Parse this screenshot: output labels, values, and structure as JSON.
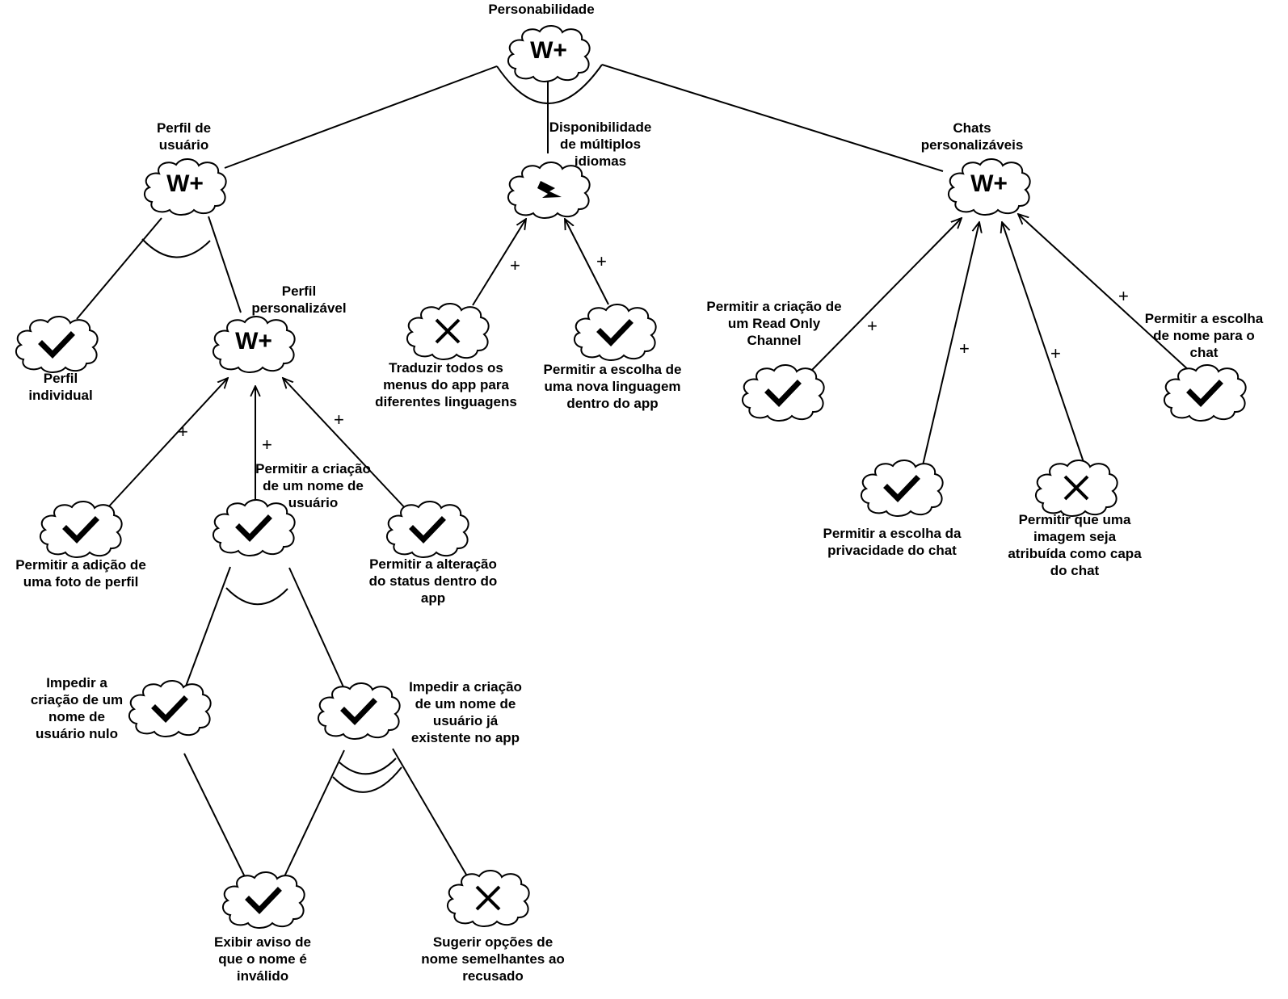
{
  "nodes": {
    "root": {
      "label": "Personabilidade",
      "icon": "w-plus",
      "symbol": "W+"
    },
    "perfil_usuario": {
      "label": "Perfil de\nusuário",
      "icon": "w-plus",
      "symbol": "W+"
    },
    "idiomas": {
      "label": "Disponibilidade\nde múltiplos\nidiomas",
      "icon": "lightning-icon"
    },
    "chats": {
      "label": "Chats\npersonalizáveis",
      "icon": "w-plus",
      "symbol": "W+"
    },
    "perfil_individual": {
      "label": "Perfil\nindividual",
      "icon": "check-icon"
    },
    "perfil_personalizavel": {
      "label": "Perfil\npersonalizável",
      "icon": "w-plus",
      "symbol": "W+"
    },
    "traduzir": {
      "label": "Traduzir todos os\nmenus do app para\ndiferentes linguagens",
      "icon": "cross-icon"
    },
    "escolha_linguagem": {
      "label": "Permitir a escolha de\numa nova linguagem\ndentro do app",
      "icon": "check-icon"
    },
    "read_only": {
      "label": "Permitir a criação de\num Read Only\nChannel",
      "icon": "check-icon"
    },
    "privacidade": {
      "label": "Permitir a escolha da\nprivacidade do chat",
      "icon": "check-icon"
    },
    "capa": {
      "label": "Permitir que uma\nimagem seja\natribuída como capa\ndo chat",
      "icon": "cross-icon"
    },
    "nome_chat": {
      "label": "Permitir a escolha\nde nome para o\nchat",
      "icon": "check-icon"
    },
    "foto": {
      "label": "Permitir a adição de\numa foto de perfil",
      "icon": "check-icon"
    },
    "nome_usuario": {
      "label": "Permitir a criação\nde um nome de\nusuário",
      "icon": "check-icon"
    },
    "status": {
      "label": "Permitir a alteração\ndo status dentro do\napp",
      "icon": "check-icon"
    },
    "nulo": {
      "label": "Impedir a\ncriação de um\nnome de\nusuário nulo",
      "icon": "check-icon"
    },
    "existente": {
      "label": "Impedir a criação\nde um nome de\nusuário já\nexistente no app",
      "icon": "check-icon"
    },
    "aviso": {
      "label": "Exibir aviso de\nque o nome é\ninválido",
      "icon": "check-icon"
    },
    "sugerir": {
      "label": "Sugerir opções de\nnome semelhantes ao\nrecusado",
      "icon": "cross-icon"
    }
  },
  "contribution_label": "+"
}
